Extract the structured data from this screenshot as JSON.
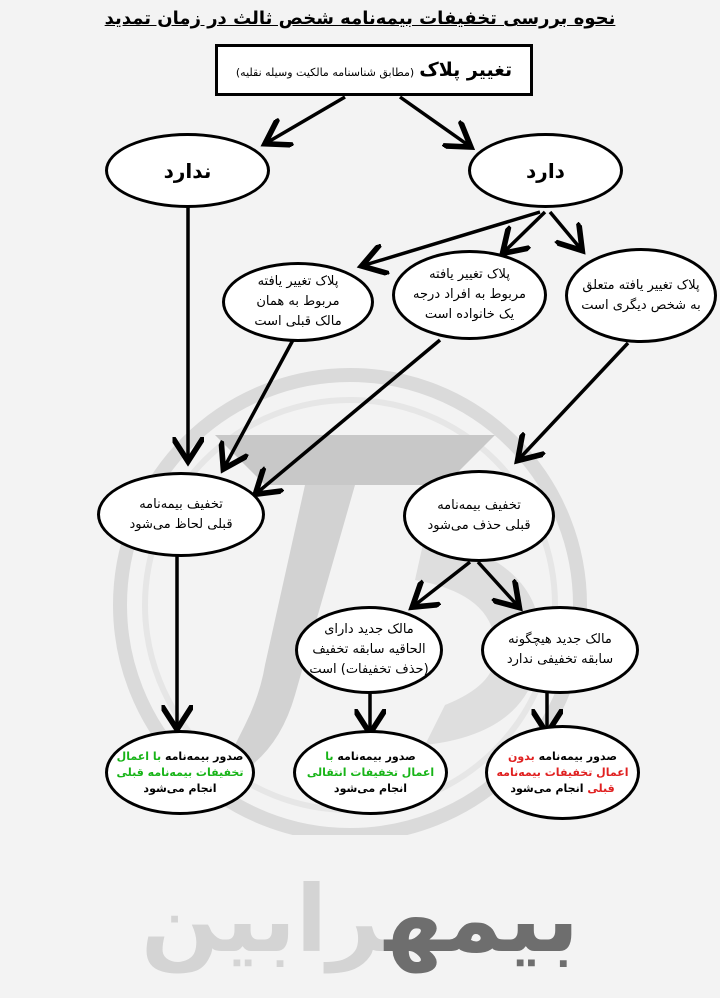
{
  "title": "نحوه بررسی تخفیفات بیمه‌نامه شخص ثالث در زمان تمدید",
  "top_box": {
    "main": "تغییر پلاک",
    "sub": "(مطابق شناسنامه مالکیت وسیله نقلیه)"
  },
  "nodes": {
    "has_not": "ندارد",
    "has": "دارد",
    "same_owner": "پلاک تغییر یافته\nمربوط به همان\nمالک قبلی است",
    "family": "پلاک تغییر یافته\nمربوط به افراد درجه\nیک خانواده است",
    "other_person": "پلاک تغییر یافته متعلق\nبه شخص دیگری است",
    "discount_kept": "تخفیف بیمه‌نامه\nقبلی لحاظ می‌شود",
    "discount_removed": "تخفیف بیمه‌نامه\nقبلی حذف می‌شود",
    "owner_with_history": "مالک جدید دارای\nالحاقیه سابقه تخفیف\n(حذف تخفیفات) است",
    "owner_no_history": "مالک جدید هیچگونه\nسابقه تخفیفی ندارد"
  },
  "results": {
    "r1": {
      "a": "صدور بیمه‌نامه ",
      "b": "با اعمال",
      "c": "تخفیفات بیمه‌نامه قبلی",
      "d": "انجام می‌شود"
    },
    "r2": {
      "a": "صدور بیمه‌نامه ",
      "b": "با",
      "c": "اعمال تخفیفات انتقالی",
      "d": "انجام می‌شود"
    },
    "r3": {
      "a": "صدور بیمه‌نامه ",
      "b": "بدون",
      "c": "اعمال تخفیفات بیمه‌نامه",
      "c2": "قبلی",
      "d": " انجام می‌شود"
    }
  },
  "brand": {
    "part1": "بیمه",
    "part2": "رابین"
  },
  "colors": {
    "green": "#18b418",
    "red": "#e02020",
    "line": "#000000",
    "watermark": "#d4d4d4"
  }
}
